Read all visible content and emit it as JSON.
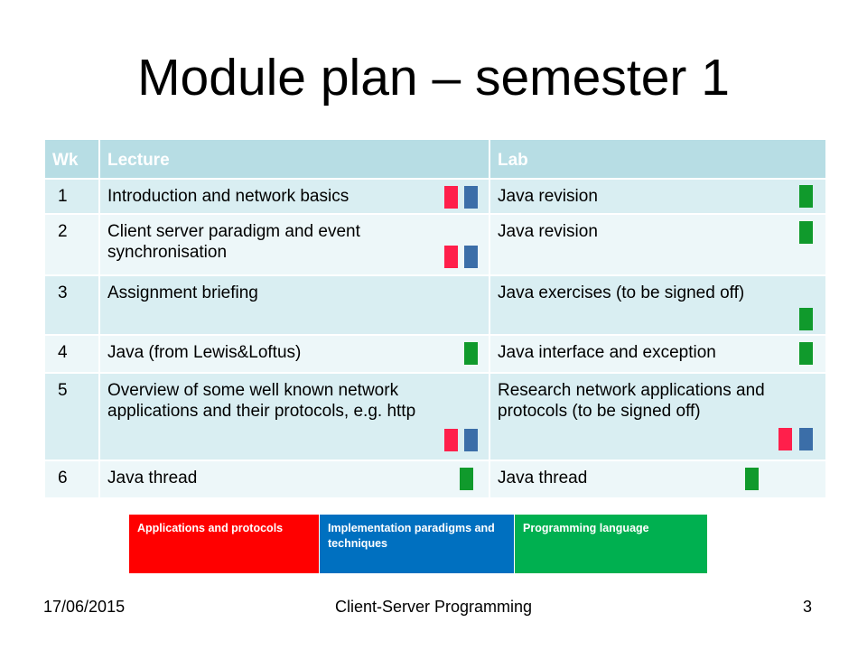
{
  "title": "Module plan – semester 1",
  "table": {
    "headers": {
      "wk": "Wk",
      "lecture": "Lecture",
      "lab": "Lab"
    },
    "rows": [
      {
        "wk": "1",
        "lecture": "Introduction and network basics",
        "lab": "Java revision",
        "lecture_tags": [
          "applications-and-protocols",
          "implementation-paradigms"
        ],
        "lab_tags": [
          "programming-language"
        ]
      },
      {
        "wk": "2",
        "lecture": "Client server paradigm and event synchronisation",
        "lab": "Java revision",
        "lecture_tags": [
          "applications-and-protocols",
          "implementation-paradigms"
        ],
        "lab_tags": [
          "programming-language"
        ]
      },
      {
        "wk": "3",
        "lecture": "Assignment briefing",
        "lab": "Java exercises (to be signed off)",
        "lecture_tags": [],
        "lab_tags": [
          "programming-language"
        ]
      },
      {
        "wk": "4",
        "lecture": "Java (from Lewis&Loftus)",
        "lab": "Java interface and exception",
        "lecture_tags": [
          "programming-language"
        ],
        "lab_tags": [
          "programming-language"
        ]
      },
      {
        "wk": "5",
        "lecture": "Overview of some well known network applications and their protocols, e.g. http",
        "lab": "Research network applications and protocols (to be signed off)",
        "lecture_tags": [
          "applications-and-protocols",
          "implementation-paradigms"
        ],
        "lab_tags": [
          "applications-and-protocols",
          "implementation-paradigms"
        ]
      },
      {
        "wk": "6",
        "lecture": "Java thread",
        "lab": "Java thread",
        "lecture_tags": [
          "programming-language"
        ],
        "lab_tags": [
          "programming-language"
        ]
      }
    ]
  },
  "legend": {
    "applications": "Applications and protocols",
    "implementation": "Implementation paradigms and techniques",
    "programming": "Programming language"
  },
  "colors": {
    "applications": "#ff1f4b",
    "implementation": "#3b6ea8",
    "programming": "#109a2c"
  },
  "footer": {
    "date": "17/06/2015",
    "center": "Client-Server Programming",
    "page": "3"
  }
}
